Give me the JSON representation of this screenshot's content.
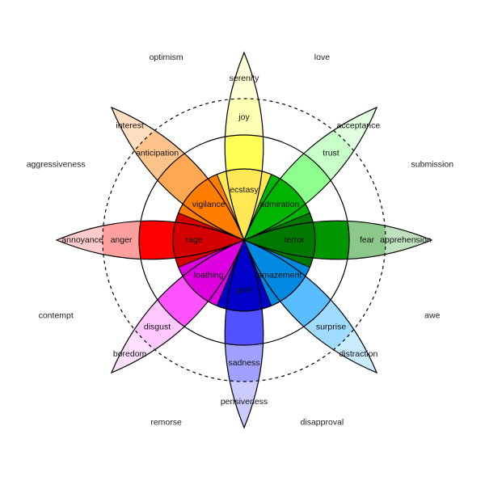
{
  "petals": [
    {
      "colors": [
        "#ffffb4",
        "#ffff54",
        "#ffe854"
      ],
      "labels": [
        "serenity",
        "joy",
        "ecstasy"
      ]
    },
    {
      "colors": [
        "#c8ffc8",
        "#8cff8c",
        "#00b400"
      ],
      "labels": [
        "acceptance",
        "trust",
        "admiration"
      ]
    },
    {
      "colors": [
        "#8cc88c",
        "#009600",
        "#007800"
      ],
      "labels": [
        "apprehension",
        "fear",
        "terror"
      ]
    },
    {
      "colors": [
        "#a0dcff",
        "#59bdff",
        "#0089e0"
      ],
      "labels": [
        "distraction",
        "surprise",
        "amazement"
      ]
    },
    {
      "colors": [
        "#a0a0ff",
        "#5151ff",
        "#0000c8"
      ],
      "labels": [
        "pensiveness",
        "sadness",
        "grief"
      ]
    },
    {
      "colors": [
        "#ffc8ff",
        "#ff54ff",
        "#de00de"
      ],
      "labels": [
        "boredom",
        "disgust",
        "loathing"
      ]
    },
    {
      "colors": [
        "#ffa0a0",
        "#ff0000",
        "#d40000"
      ],
      "labels": [
        "annoyance",
        "anger",
        "rage"
      ]
    },
    {
      "colors": [
        "#ffc48c",
        "#ffa854",
        "#ff7d00"
      ],
      "labels": [
        "interest",
        "anticipation",
        "vigilance"
      ]
    }
  ],
  "dyads": [
    "love",
    "submission",
    "awe",
    "disapproval",
    "remorse",
    "contempt",
    "aggressiveness",
    "optimism"
  ]
}
